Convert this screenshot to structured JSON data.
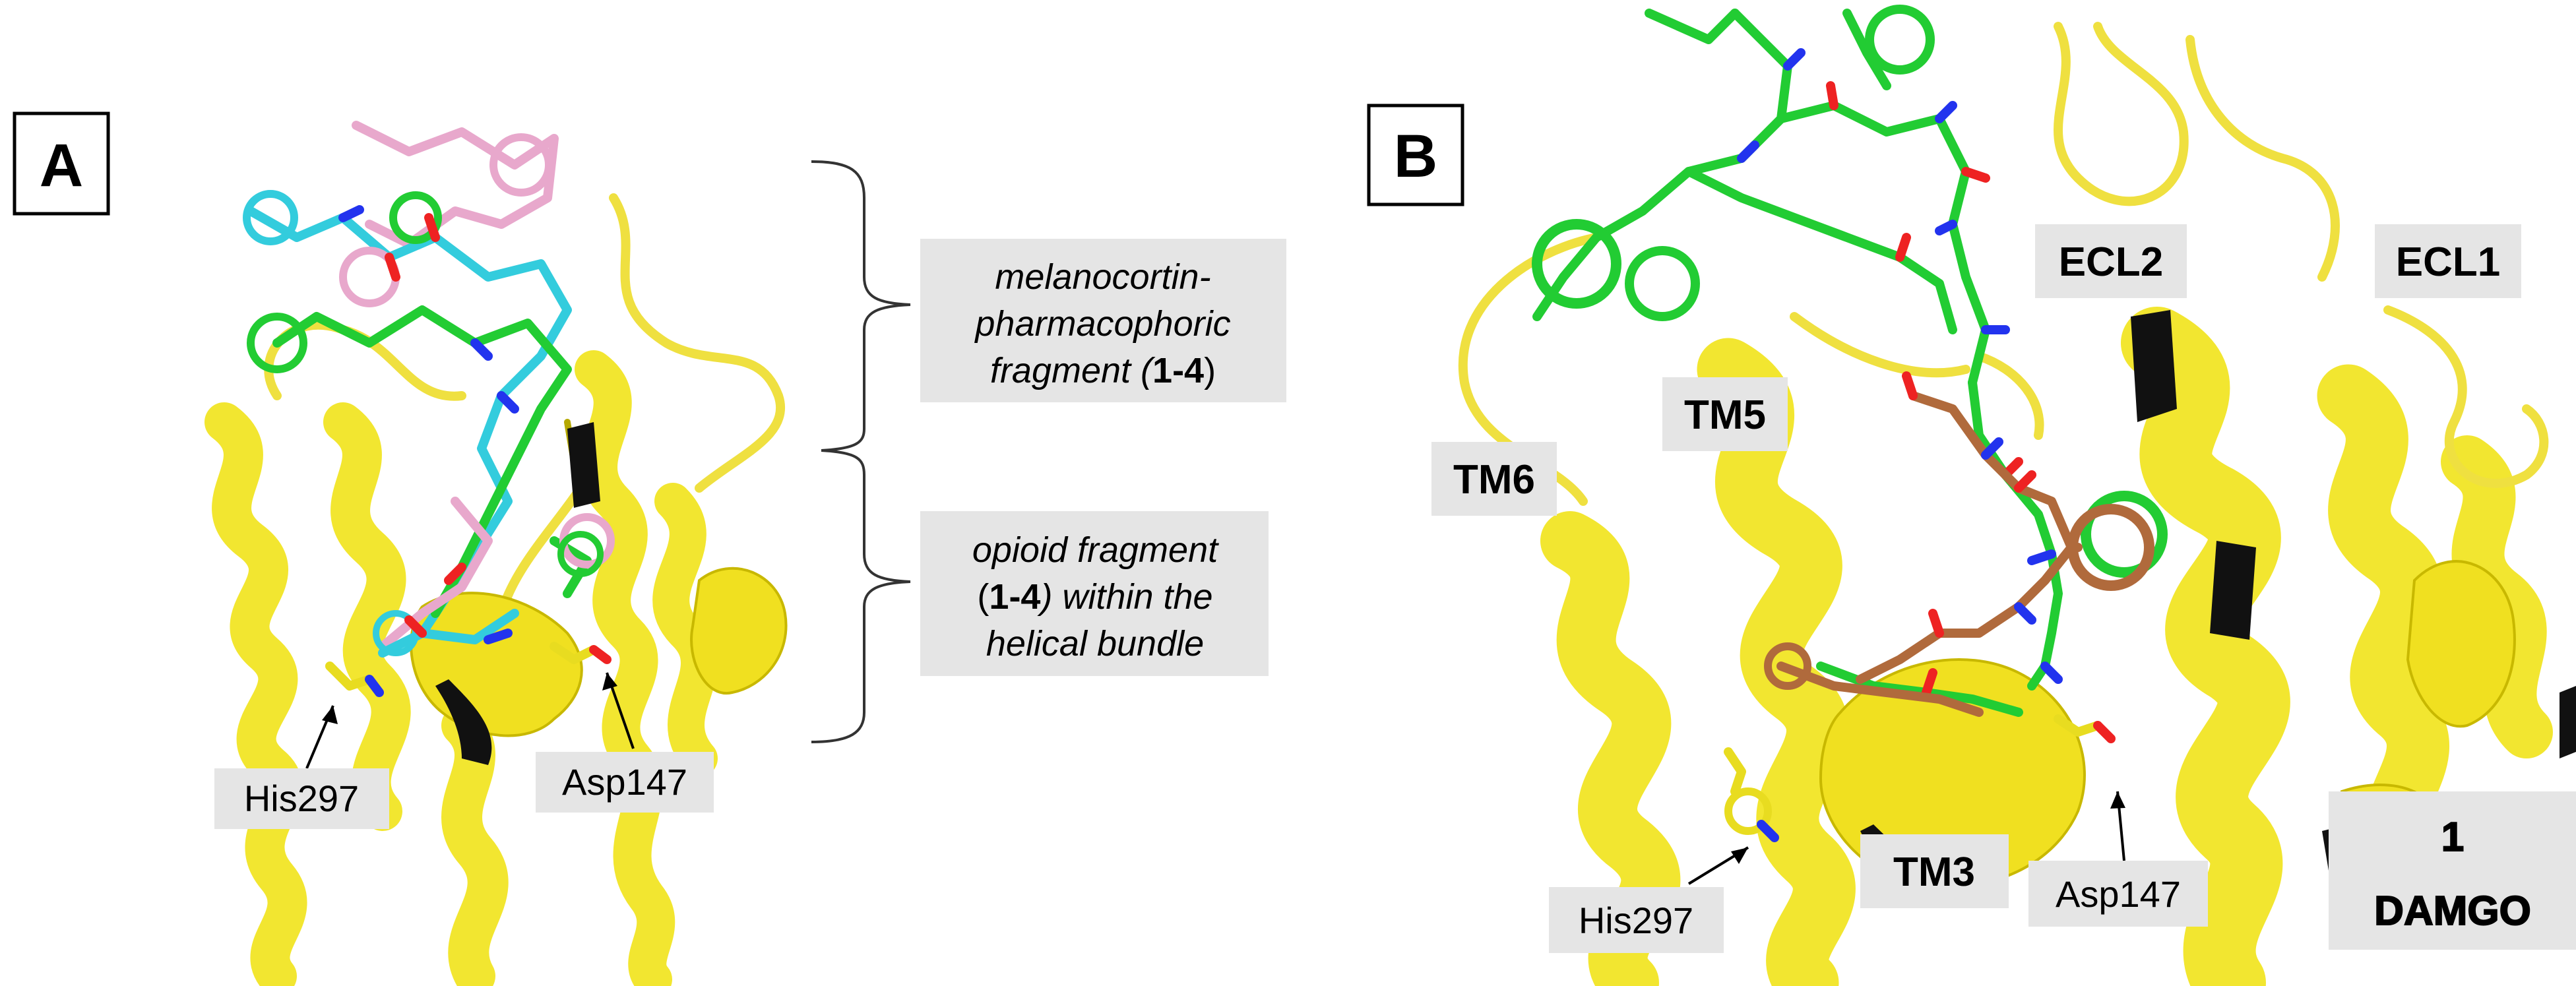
{
  "panels": {
    "a": {
      "letter": "A",
      "residue_labels": {
        "his": "His297",
        "asp": "Asp147"
      },
      "fragment_top": {
        "line1": "melanocortin-",
        "line2": "pharmacophoric",
        "line3_pre": "fragment (",
        "line3_bold": "1-4",
        "line3_post": ")"
      },
      "fragment_bottom": {
        "line1": "opioid fragment",
        "line2_pre": "(",
        "line2_bold": "1-4",
        "line2_post": ") within the",
        "line3": "helical bundle"
      }
    },
    "b": {
      "letter": "B",
      "region_labels": {
        "ecl2": "ECL2",
        "ecl1": "ECL1",
        "tm5": "TM5",
        "tm6": "TM6",
        "tm3": "TM3"
      },
      "residue_labels": {
        "his": "His297",
        "asp": "Asp147"
      },
      "legend": {
        "compound": "1",
        "reference": "DAMGO"
      }
    }
  },
  "colors": {
    "protein": "#f2e630",
    "ligand_green": "#22cc33",
    "ligand_cyan": "#33ccdd",
    "ligand_pink": "#e8a8cc",
    "ligand_brown": "#b06a3c",
    "nitrogen": "#2233ee",
    "oxygen": "#ee2222",
    "label_box": "#e5e5e5"
  }
}
